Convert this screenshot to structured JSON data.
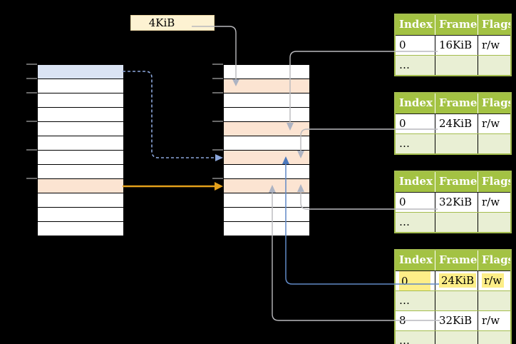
{
  "page_size_label": "4KiB",
  "colors": {
    "green-header": "#a3c243",
    "green-border": "#a4bd4e",
    "green-light": "#e9efd4",
    "blue-row": "#dae3f3",
    "peach-row": "#fce4d2",
    "cream": "#fdf2d2",
    "cream-border": "#e8d3a2",
    "highlight": "#fdee88",
    "gray-line": "#b9b9bd",
    "gray-head": "#adb3c2",
    "blue-line": "#6189c6",
    "blue-head": "#4d79bd",
    "dash-blue": "#8ba6da",
    "orange-line": "#e3a01b",
    "tick": "#8a8a8a"
  },
  "left_memory": {
    "rows": [
      "blue",
      "white",
      "white",
      "white",
      "white",
      "white",
      "white",
      "white",
      "orange",
      "white",
      "white",
      "white"
    ]
  },
  "middle_memory": {
    "rows": [
      "white",
      "orange",
      "white",
      "white",
      "orange",
      "white",
      "orange",
      "white",
      "orange",
      "white",
      "white",
      "white"
    ]
  },
  "page_tables": [
    {
      "headers": [
        "Index",
        "Frame",
        "Flags"
      ],
      "rows": [
        {
          "cells": [
            "0",
            "16KiB",
            "r/w"
          ],
          "shade": "white"
        },
        {
          "cells": [
            "…",
            "",
            ""
          ],
          "shade": "green"
        }
      ]
    },
    {
      "headers": [
        "Index",
        "Frame",
        "Flags"
      ],
      "rows": [
        {
          "cells": [
            "0",
            "24KiB",
            "r/w"
          ],
          "shade": "white"
        },
        {
          "cells": [
            "…",
            "",
            ""
          ],
          "shade": "green"
        }
      ]
    },
    {
      "headers": [
        "Index",
        "Frame",
        "Flags"
      ],
      "rows": [
        {
          "cells": [
            "0",
            "32KiB",
            "r/w"
          ],
          "shade": "white"
        },
        {
          "cells": [
            "…",
            "",
            ""
          ],
          "shade": "green"
        }
      ]
    },
    {
      "headers": [
        "Index",
        "Frame",
        "Flags"
      ],
      "rows": [
        {
          "cells": [
            "0",
            "24KiB",
            "r/w"
          ],
          "shade": "white",
          "highlight": true
        },
        {
          "cells": [
            "…",
            "",
            ""
          ],
          "shade": "green"
        },
        {
          "cells": [
            "8",
            "32KiB",
            "r/w"
          ],
          "shade": "white"
        },
        {
          "cells": [
            "…",
            "",
            ""
          ],
          "shade": "green"
        }
      ]
    }
  ]
}
